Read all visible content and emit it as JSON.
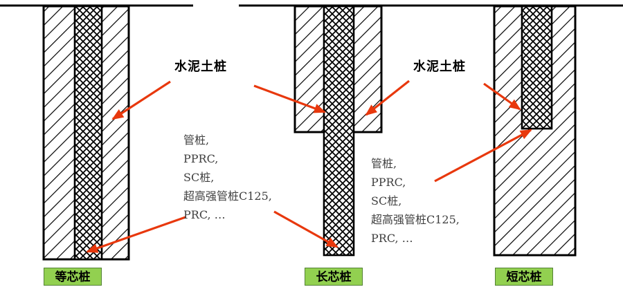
{
  "diagram": {
    "cement_soil_label": "水泥土桩",
    "core_types_text": "管桩,\nPPRC,\nSC桩,\n超高强管桩C125,\nPRC, …",
    "captions": {
      "equal": "等芯桩",
      "long": "长芯桩",
      "short": "短芯桩"
    },
    "colors": {
      "arrow": "#e8380d",
      "caption_bg": "#92d050",
      "caption_border": "#538135",
      "note_text": "#3f3f3f",
      "ink": "#000000"
    }
  }
}
